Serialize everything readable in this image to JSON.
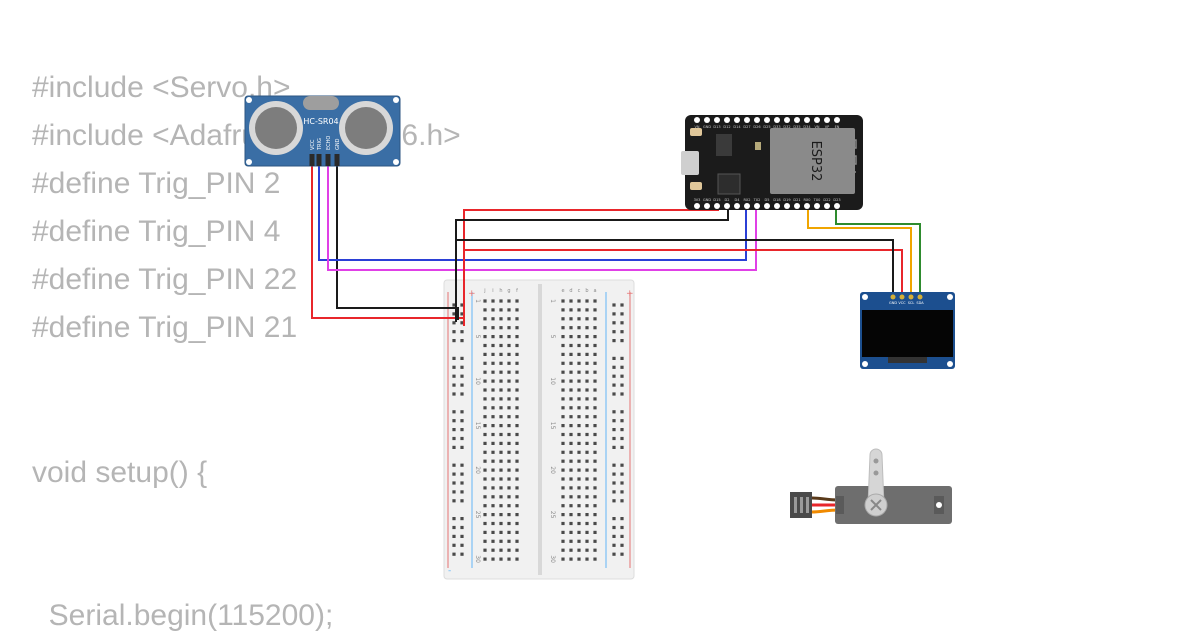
{
  "code": {
    "lines": [
      "#include <Servo.h>",
      "#include <Adafruit_SSD1306.h>",
      "#define Trig_PIN 2",
      "#define Trig_PIN 4",
      "#define Trig_PIN 22",
      "#define Trig_PIN 21",
      "void setup() {",
      "  Serial.begin(115200);"
    ]
  },
  "components": {
    "ultrasonic": {
      "label": "HC-SR04",
      "pins": [
        "VCC",
        "TRIG",
        "ECHO",
        "GND"
      ],
      "color": "#3a6ea5"
    },
    "esp32": {
      "label": "ESP32",
      "top_pins": [
        "VN",
        "GND",
        "D13",
        "D12",
        "D14",
        "D27",
        "D26",
        "D25",
        "D33",
        "D32",
        "D35",
        "D34",
        "VN",
        "VP",
        "EN"
      ],
      "bottom_pins": [
        "3V3",
        "GND",
        "D15",
        "D2",
        "D4",
        "RX2",
        "TX2",
        "D5",
        "D18",
        "D19",
        "D21",
        "RX0",
        "TX0",
        "D22",
        "D23"
      ],
      "color": "#1b1b1b"
    },
    "oled": {
      "pins": [
        "GND",
        "VCC",
        "SCL",
        "SDA"
      ],
      "color": "#1c4f8f"
    },
    "breadboard": {
      "row_numbers": [
        "1",
        "5",
        "10",
        "15",
        "20",
        "25",
        "30"
      ],
      "cols_left": [
        "j",
        "i",
        "h",
        "g",
        "f"
      ],
      "cols_right": [
        "e",
        "d",
        "c",
        "b",
        "a"
      ],
      "rail_plus": "+",
      "rail_minus": "-"
    },
    "servo": {
      "color": "#6e6e6e"
    }
  },
  "wire_colors": {
    "power": "#e8262b",
    "ground": "#1a1a1a",
    "trig": "#2b3fd6",
    "echo": "#e040e6",
    "scl": "#f0a500",
    "sda": "#2e8b2e"
  }
}
